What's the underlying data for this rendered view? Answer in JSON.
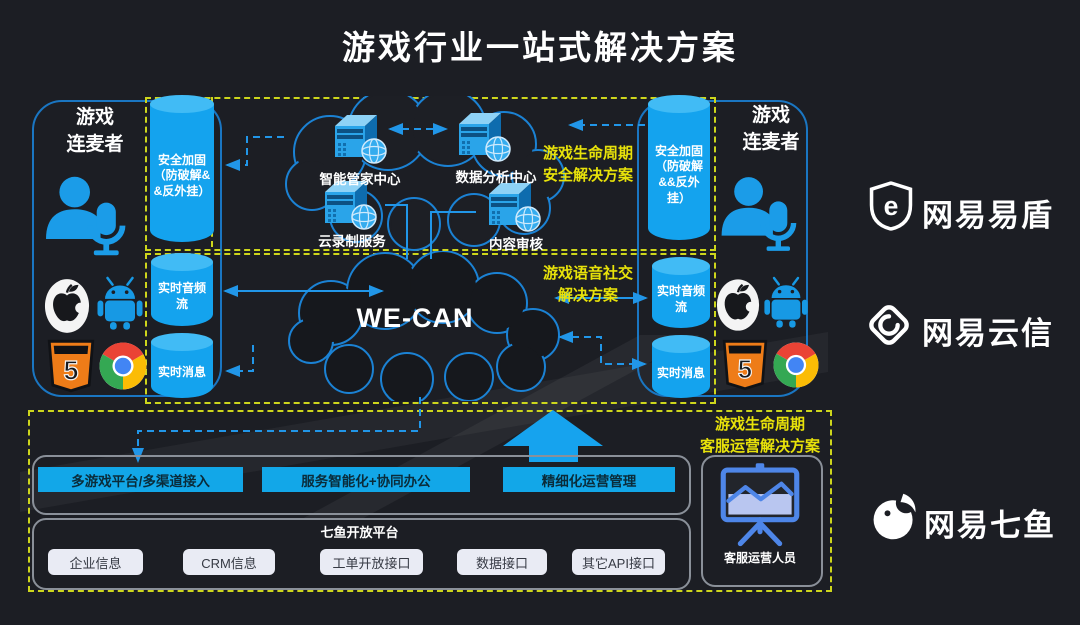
{
  "title": "游戏行业一站式解决方案",
  "left_panel": {
    "label_line1": "游戏",
    "label_line2": "连麦者",
    "icons": [
      "mic-user-icon",
      "apple-icon",
      "android-icon",
      "html5-icon",
      "chrome-icon"
    ]
  },
  "right_panel": {
    "label_line1": "游戏",
    "label_line2": "连麦者",
    "icons": [
      "mic-user-icon",
      "apple-icon",
      "android-icon",
      "html5-icon",
      "chrome-icon"
    ]
  },
  "security": {
    "badge_line1": "游戏生命周期",
    "badge_line2": "安全解决方案",
    "cylinder_label": "安全加固（防破解&&反外挂）",
    "servers": [
      "智能管家中心",
      "数据分析中心",
      "云录制服务",
      "内容审核"
    ]
  },
  "voice": {
    "badge_line1": "游戏语音社交",
    "badge_line2": "解决方案",
    "cloud_label": "WE-CAN",
    "cylinders": [
      "实时音频流",
      "实时消息"
    ]
  },
  "service": {
    "badge_line1": "游戏生命周期",
    "badge_line2": "客服运营解决方案",
    "feature_buttons": [
      "多游戏平台/多渠道接入",
      "服务智能化+协同办公",
      "精细化运营管理"
    ],
    "open_platform": {
      "title": "七鱼开放平台",
      "buttons": [
        "企业信息",
        "CRM信息",
        "工单开放接口",
        "数据接口",
        "其它API接口"
      ]
    },
    "staff_label": "客服运营人员"
  },
  "brands": [
    {
      "name": "网易易盾",
      "monogram": "e",
      "icon": "shield-e-icon"
    },
    {
      "name": "网易云信",
      "icon": "diamond-swirl-icon"
    },
    {
      "name": "网易七鱼",
      "icon": "koi-fish-icon"
    }
  ],
  "colors": {
    "background": "#1c1e24",
    "accent_blue": "#16a3ee",
    "container_border_blue": "#1a76c2",
    "cloud_outline_blue": "#1b82d4",
    "dash_yellow": "#cdd61c",
    "badge_text_yellow": "#e8e20a",
    "cyan_button_bg": "#12a7e8",
    "light_button_bg": "#e9ebf4",
    "brand_white": "#ffffff"
  }
}
